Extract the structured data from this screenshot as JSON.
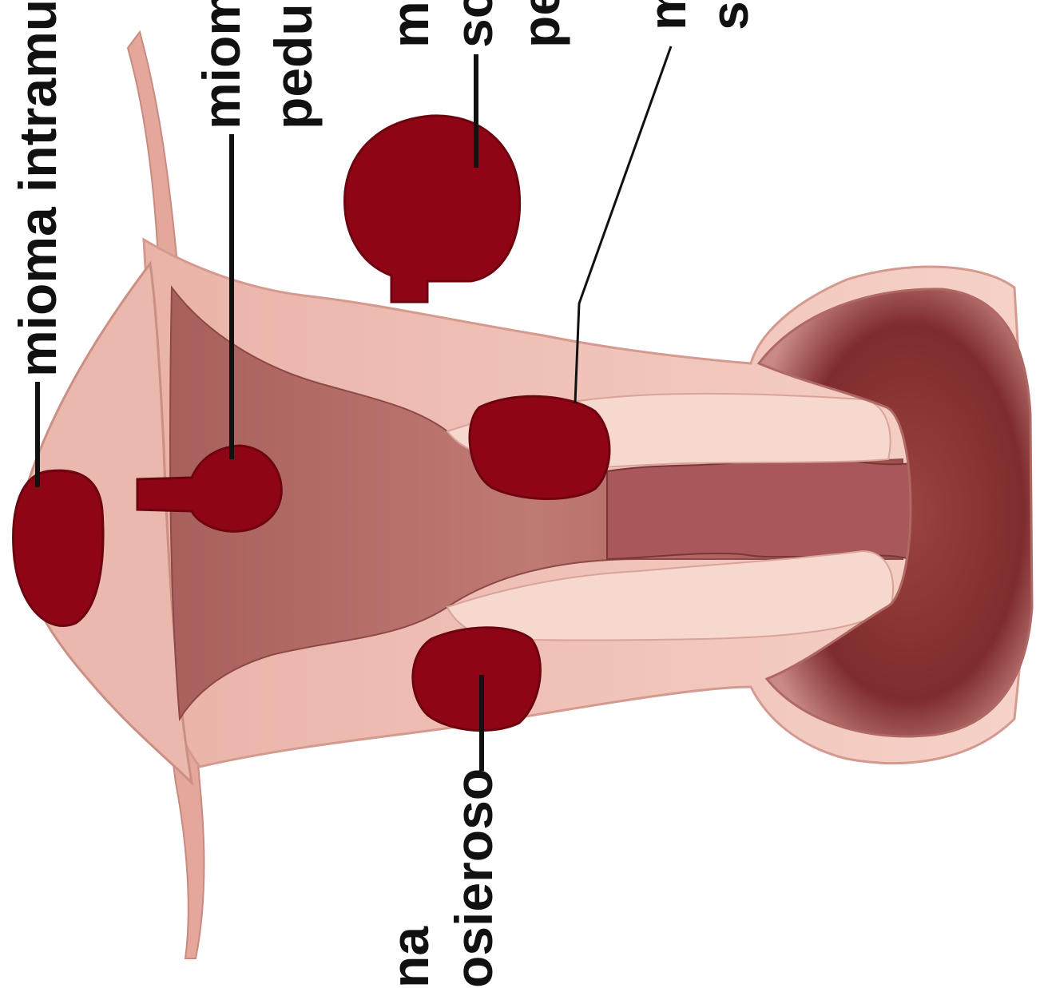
{
  "labels": {
    "intramural": "mioma intramu",
    "pedunculated_submucosal_line1": "miom",
    "pedunculated_submucosal_line2": "pedu",
    "pedunculated_subserosal_line1": "m",
    "pedunculated_subserosal_line2": "sc",
    "pedunculated_subserosal_line3": "pe",
    "submucosal_line1": "m",
    "submucosal_line2": "s",
    "subserosal_line1": "na",
    "subserosal_line2": "osieroso"
  },
  "colors": {
    "background": "#ffffff",
    "myoma": "#8e0616",
    "myoma_dark": "#6e0410",
    "uterine_wall": "#f2c2b8",
    "uterine_wall_edge": "#d49a90",
    "cavity": "#b8716a",
    "cervix_dark": "#8a3a38",
    "label_text": "#111111"
  }
}
